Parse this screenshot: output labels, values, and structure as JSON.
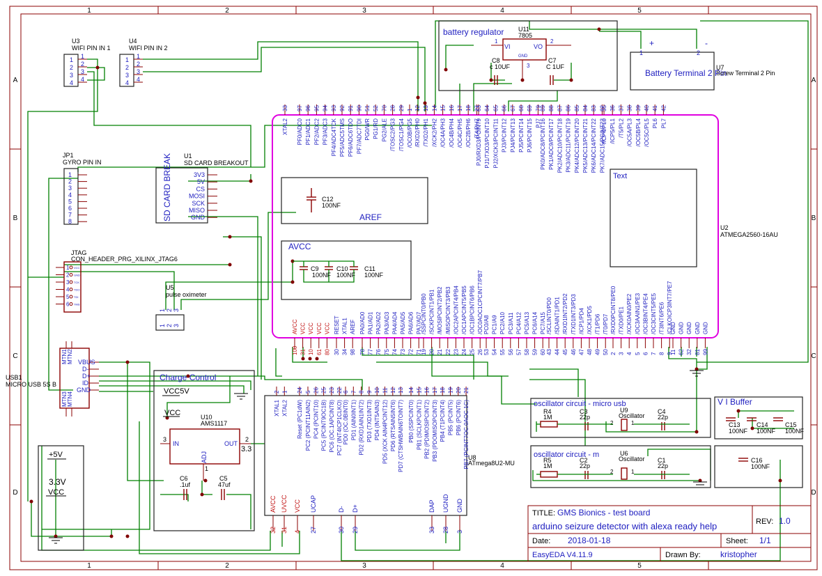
{
  "frame": {
    "col_labels": [
      "1",
      "2",
      "3",
      "4",
      "5"
    ],
    "row_labels": [
      "A",
      "B",
      "C",
      "D"
    ]
  },
  "title_block": {
    "title_label": "TITLE:",
    "title": "GMS Bionics - test board",
    "subtitle": "arduino seizure detector with alexa ready help",
    "rev_label": "REV:",
    "rev": "1.0",
    "date_label": "Date:",
    "date": "2018-01-18",
    "sheet_label": "Sheet:",
    "sheet": "1/1",
    "tool": "EasyEDA V4.11.9",
    "drawn_label": "Drawn By:",
    "author": "kristopher"
  },
  "components": {
    "u3": {
      "ref": "U3",
      "name": "WIFI PIN IN 1",
      "pins": [
        "1",
        "2",
        "3",
        "4"
      ]
    },
    "u4": {
      "ref": "U4",
      "name": "WIFI PIN IN 2",
      "pins": [
        "1",
        "2",
        "3",
        "4"
      ]
    },
    "jp1": {
      "ref": "JP1",
      "name": "GYRO PIN IN",
      "pins": [
        "1",
        "2",
        "3",
        "4",
        "5",
        "6",
        "7",
        "8"
      ]
    },
    "jtag": {
      "ref": "JTAG",
      "name": "CON_HEADER_PRG_XILINX_JTAG6",
      "pins": [
        "1",
        "2",
        "3",
        "4",
        "5",
        "6"
      ],
      "pin_names": [
        "VCC",
        "GND",
        "TCK",
        "TDO",
        "TDI",
        "TMS"
      ]
    },
    "usb1": {
      "ref": "USB1",
      "name": "MICRO USB 5S B",
      "mtn": [
        "MTN1",
        "MTN2",
        "MTN3",
        "MTN4"
      ],
      "pins": [
        "VBUS",
        "D-",
        "D+",
        "ID",
        "GND"
      ]
    },
    "u1": {
      "ref": "U1",
      "name": "SD CARD BREAKOUT",
      "body": "SD CARD BREAK",
      "pins": [
        "3V3",
        "5V",
        "CS",
        "MOSI",
        "SCK",
        "MISO",
        "GND"
      ]
    },
    "u5": {
      "ref": "U5",
      "name": "pulse oximeter",
      "pins": [
        "1",
        "2",
        "3"
      ]
    },
    "u11": {
      "ref": "U11",
      "name": "7805",
      "pin_vi": "VI",
      "pin_vo": "VO",
      "pin_gnd": "GND",
      "n1": "1",
      "n2": "2",
      "n3": "3"
    },
    "battery_regulator": {
      "title": "battery regulator"
    },
    "c8": {
      "ref": "C8",
      "val": "c 10UF"
    },
    "c7": {
      "ref": "C7",
      "val": "C 1UF"
    },
    "u7": {
      "ref": "U7",
      "name": "Screw Terminal 2 Pin",
      "body": "Battery Terminal 2 Pin",
      "p1": "1",
      "p2": "2",
      "plus": "+",
      "minus": "-"
    },
    "aref": {
      "title": "AREF",
      "c12_ref": "C12",
      "c12_val": "100NF"
    },
    "avcc": {
      "title": "AVCC",
      "c9": "C9",
      "c10": "C10",
      "c11": "C11",
      "val": "100NF"
    },
    "u2": {
      "ref": "U2",
      "name": "ATMEGA2560-16AU",
      "text_box": "Text"
    },
    "charge": {
      "title": "Charge Control",
      "vcc5": "VCC5V",
      "vcc": "VCC",
      "u10_ref": "U10",
      "u10_name": "AMS1117",
      "in": "IN",
      "out": "OUT",
      "adj": "ADJ",
      "v33": "3.3",
      "n3": "3",
      "n2": "2",
      "n1": "1",
      "c6_ref": "C6",
      "c6_val": ".1uf",
      "c5_ref": "C5",
      "c5_val": "47uf"
    },
    "supply": {
      "v5": "+5V",
      "v33": "3.3V",
      "vcc": "VCC"
    },
    "u8": {
      "ref": "U8",
      "name": "ATmega8U2-MU"
    },
    "osc1": {
      "title": "oscillator circuit - micro usb",
      "r": "R4",
      "rv": "1M",
      "c3": "C3",
      "c3v": "22p",
      "u": "U9",
      "un": "Oscillator",
      "c4": "C4",
      "c4v": "22p",
      "p2": "2",
      "p1": "1"
    },
    "osc2": {
      "title": "oscillator circuit - m",
      "r": "R5",
      "rv": "1M",
      "c2": "C2",
      "c2v": "22p",
      "u": "U6",
      "un": "Oscillator",
      "c1": "C1",
      "c1v": "22p",
      "p2": "2",
      "p1": "1"
    },
    "vibuf": {
      "title": "V I Buffer",
      "c13": "C13",
      "c14": "C14",
      "c15": "C15",
      "c16": "C16",
      "val": "100NF"
    }
  },
  "u2_top_pins": [
    {
      "n": "33",
      "l": "XTAL2"
    },
    {
      "n": "97",
      "l": "PF0/ADC0"
    },
    {
      "n": "96",
      "l": "PF1/ADC1"
    },
    {
      "n": "95",
      "l": "PF2/ADC2"
    },
    {
      "n": "94",
      "l": "PF3/ADC3"
    },
    {
      "n": "93",
      "l": "PF4/ADC4TCK"
    },
    {
      "n": "92",
      "l": "PF5/ADC5TMS"
    },
    {
      "n": "91",
      "l": "PF6/ADC6TDO"
    },
    {
      "n": "90",
      "l": "PF7/ADC7TDI"
    },
    {
      "n": "51",
      "l": "PG0/WR"
    },
    {
      "n": "52",
      "l": "PG1/RD"
    },
    {
      "n": "70",
      "l": "PG2/ALE"
    },
    {
      "n": "28",
      "l": "/TOSC2/PG3"
    },
    {
      "n": "29",
      "l": "/TOSC1/PG4"
    },
    {
      "n": "1",
      "l": "/OC0B/PG5"
    },
    {
      "n": "12",
      "l": "/RXD2/PH0"
    },
    {
      "n": "13",
      "l": "/TXD2/PH1"
    },
    {
      "n": "14",
      "l": "/XCK2/PH2"
    },
    {
      "n": "15",
      "l": "/OC4A/PH3"
    },
    {
      "n": "16",
      "l": "/OC4B/PH4"
    },
    {
      "n": "17",
      "l": "/OC4C/PH5"
    },
    {
      "n": "18",
      "l": "/OC2B/PH6"
    },
    {
      "n": "27",
      "l": "/T4/PH7"
    },
    {
      "n": "63",
      "l": "PJ0/RXD3/PCINT9"
    },
    {
      "n": "64",
      "l": "PJ1/TXD3/PCINT10"
    },
    {
      "n": "65",
      "l": "PJ2/XCK3/PCINT11"
    },
    {
      "n": "66",
      "l": "PJ3/PCINT12"
    },
    {
      "n": "67",
      "l": "PJ4/PCINT13"
    },
    {
      "n": "68",
      "l": "PJ5/PCINT14"
    },
    {
      "n": "69",
      "l": "PJ6/PCINT15"
    },
    {
      "n": "79",
      "l": "PJ7"
    },
    {
      "n": "89",
      "l": "PK0/ADC8/PCINT16"
    },
    {
      "n": "88",
      "l": "PK1/ADC9/PCINT17"
    },
    {
      "n": "87",
      "l": "PK2/ADC10/PCINT18"
    },
    {
      "n": "86",
      "l": "PK3/ADC11/PCINT19"
    },
    {
      "n": "85",
      "l": "PK4/ADC12/PCINT20"
    },
    {
      "n": "84",
      "l": "PK5/ADC13/PCINT21"
    },
    {
      "n": "83",
      "l": "PK6/ADC14/PCINT22"
    },
    {
      "n": "82",
      "l": "PK7/ADC15/PCINT23"
    },
    {
      "n": "35",
      "l": "/ICP4/PL0"
    },
    {
      "n": "36",
      "l": "/ICP5/PL1"
    },
    {
      "n": "37",
      "l": "/T5/PL2"
    },
    {
      "n": "38",
      "l": "/OC5A/PL3"
    },
    {
      "n": "39",
      "l": "/OC5B/PL4"
    },
    {
      "n": "40",
      "l": "/OC5C/PL5"
    },
    {
      "n": "41",
      "l": "PL6"
    },
    {
      "n": "42",
      "l": "PL7"
    }
  ],
  "u2_bottom_pins": [
    {
      "n": "100",
      "l": "AVCC",
      "red": true
    },
    {
      "n": "31",
      "l": "VCC",
      "red": true
    },
    {
      "n": "10",
      "l": "VCC",
      "red": true
    },
    {
      "n": "61",
      "l": "VCC",
      "red": true
    },
    {
      "n": "80",
      "l": "VCC",
      "red": true
    },
    {
      "n": "30",
      "l": "RESET"
    },
    {
      "n": "34",
      "l": "XTAL1"
    },
    {
      "n": "98",
      "l": "AREF"
    },
    {
      "n": "78",
      "l": "PA0/AD0"
    },
    {
      "n": "77",
      "l": "PA1/AD1"
    },
    {
      "n": "76",
      "l": "PA2/AD2"
    },
    {
      "n": "75",
      "l": "PA3/AD3"
    },
    {
      "n": "74",
      "l": "PA4/AD4"
    },
    {
      "n": "73",
      "l": "PA5/AD5"
    },
    {
      "n": "72",
      "l": "PA6/AD6"
    },
    {
      "n": "71",
      "l": "PA7/AD7"
    },
    {
      "n": "19",
      "l": "/SSPCINT0/PB0"
    },
    {
      "n": "20",
      "l": "/SCKPCINT1/PB1"
    },
    {
      "n": "21",
      "l": "/MOSIPCINT2/PB2"
    },
    {
      "n": "22",
      "l": "/MISOPCINT3/PB3"
    },
    {
      "n": "23",
      "l": "/OC2APCINT4/PB4"
    },
    {
      "n": "24",
      "l": "/OC1APCINT5/PB5"
    },
    {
      "n": "25",
      "l": "/OC1BPCINT6/PB6"
    },
    {
      "n": "26",
      "l": "/OC0AOC1CPCINT7/PB7"
    },
    {
      "n": "53",
      "l": "PC0/A8"
    },
    {
      "n": "54",
      "l": "PC1/A9"
    },
    {
      "n": "55",
      "l": "PC2/A10"
    },
    {
      "n": "56",
      "l": "PC3/A11"
    },
    {
      "n": "57",
      "l": "PC4/A12"
    },
    {
      "n": "58",
      "l": "PC5/A13"
    },
    {
      "n": "59",
      "l": "PC6/A14"
    },
    {
      "n": "60",
      "l": "PC7/A15"
    },
    {
      "n": "43",
      "l": "/SCLINT0/PD0"
    },
    {
      "n": "44",
      "l": "/SDAINT1/PD1"
    },
    {
      "n": "45",
      "l": "/RXD1INT2/PD2"
    },
    {
      "n": "46",
      "l": "/TXD1INT3/PD3"
    },
    {
      "n": "47",
      "l": "/ICP1/PD4"
    },
    {
      "n": "48",
      "l": "/XCK1/PD5"
    },
    {
      "n": "49",
      "l": "/T1/PD6"
    },
    {
      "n": "50",
      "l": "/T0/PD7"
    },
    {
      "n": "2",
      "l": "/RXD0PCINT8/PE0"
    },
    {
      "n": "3",
      "l": "/TXD0/PE1"
    },
    {
      "n": "4",
      "l": "/XCK0AIN0/PE2"
    },
    {
      "n": "5",
      "l": "/OC3AAIN1/PE3"
    },
    {
      "n": "6",
      "l": "/OC3BINT4/PE4"
    },
    {
      "n": "7",
      "l": "/OC3CINT5/PE5"
    },
    {
      "n": "8",
      "l": "/T3INT6/PE6"
    },
    {
      "n": "9",
      "l": "/CLKOICP3INT7/PE7"
    },
    {
      "n": "11",
      "l": "GND"
    },
    {
      "n": "62",
      "l": "GND"
    },
    {
      "n": "32",
      "l": "GND"
    },
    {
      "n": "81",
      "l": "GND"
    },
    {
      "n": "99",
      "l": "GND"
    }
  ],
  "u8_top_pins": [
    {
      "n": "2",
      "l": "XTAL1"
    },
    {
      "n": "1",
      "l": "XTAL2"
    },
    {
      "n": "24",
      "l": "Reset (PC1dW)"
    },
    {
      "n": "5",
      "l": "PC2 (PCINT11AIN2)"
    },
    {
      "n": "26",
      "l": "PC4 (PCINT10)"
    },
    {
      "n": "25",
      "l": "PC5 (PCINT9OC1B)"
    },
    {
      "n": "23",
      "l": "PC6 (OC.1APCINT8)"
    },
    {
      "n": "22",
      "l": "PC7 (INT4ICP1CLKO)"
    },
    {
      "n": "6",
      "l": "PD0 (OC.0BINT0)"
    },
    {
      "n": "7",
      "l": "PD1 (AIN0INT1)"
    },
    {
      "n": "8",
      "l": "PD2 (RXD1AIN1INT2)"
    },
    {
      "n": "9",
      "l": "PD3 (TXD1INT3)"
    },
    {
      "n": "10",
      "l": "PD4 (INT5AIN3)"
    },
    {
      "n": "11",
      "l": "PD5 (XCK AIN4PCINT12)"
    },
    {
      "n": "12",
      "l": "PD6 (RTSAIN5INT6)"
    },
    {
      "n": "13",
      "l": "PD7 (CTSHWBAIN6TOINT7)"
    },
    {
      "n": "14",
      "l": "PB0 (SSPCINT0)"
    },
    {
      "n": "15",
      "l": "PB1 (SCLKPCINT1)"
    },
    {
      "n": "16",
      "l": "PB2 (PDIMOSIPCINT2)"
    },
    {
      "n": "17",
      "l": "PB3 (PDOMISOPCINT3)"
    },
    {
      "n": "18",
      "l": "PB4 (T1PCINT4)"
    },
    {
      "n": "19",
      "l": "PB5 (PCINT5)"
    },
    {
      "n": "20",
      "l": "PB6 (PCINT6)"
    },
    {
      "n": "21",
      "l": "PB7 (PCINT7OC.0AOC.1C)"
    }
  ],
  "u8_bottom_pins": [
    {
      "n": "32",
      "l": "AVCC",
      "red": true
    },
    {
      "n": "31",
      "l": "UVCC",
      "red": true
    },
    {
      "n": "4",
      "l": "VCC",
      "red": true
    },
    {
      "n": "27",
      "l": "UCAP"
    },
    {
      "n": "30",
      "l": "D-"
    },
    {
      "n": "29",
      "l": "D+"
    },
    {
      "n": "33",
      "l": "DAP"
    },
    {
      "n": "28",
      "l": "UGND"
    },
    {
      "n": "3",
      "l": "GND"
    }
  ]
}
